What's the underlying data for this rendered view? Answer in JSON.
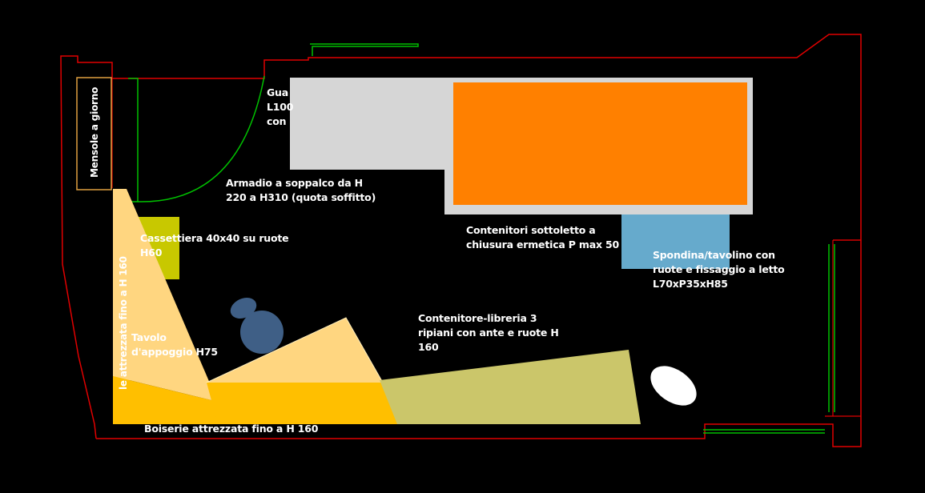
{
  "colors": {
    "background": "#000000",
    "walls": "#e00000",
    "door_swing": "#00c000",
    "wardrobe": "#d6d6d6",
    "bed": "#ff8000",
    "drawer_unit": "#c8c800",
    "bed_table": "#66aacc",
    "light_yellow": "#ffd680",
    "dark_yellow": "#ffbf00",
    "olive": "#cbc66a",
    "stool": "#3f5f86",
    "lamp": "#ffffff"
  },
  "labels": {
    "mensole": "Mensole a giorno",
    "guardaroba": "Gua\nL100\ncon",
    "armadio": "Armadio a soppalco da H\n220 a H310 (quota soffitto)",
    "contenitori": "Contenitori sottoletto a\nchiusura ermetica P max 50",
    "cassettiera": "Cassettiera 40x40 su ruote\nH60",
    "spondina": "Spondina/tavolino con\nruote e fissaggio a letto\nL70xP35xH85",
    "boiserie_vertical": "le attrezzata fino a H 160",
    "tavolo": "Tavolo\nd'appoggio H75",
    "libreria": "Contenitore-libreria 3\nripiani con ante e ruote H\n160",
    "boiserie": "Boiserie attrezzata fino a H 160"
  }
}
